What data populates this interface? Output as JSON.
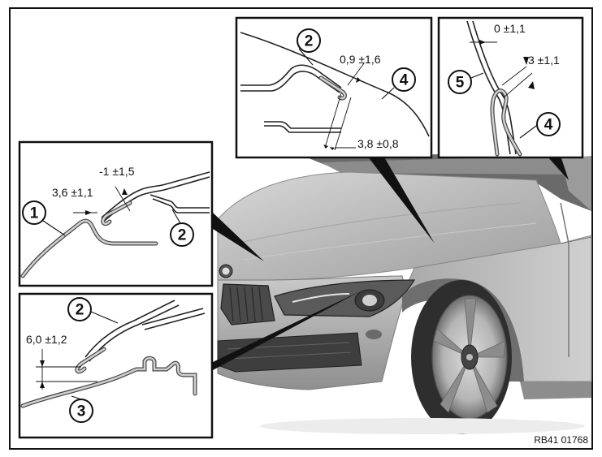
{
  "figure_code": "RB41 01768",
  "insets": {
    "top_center": {
      "callouts": [
        "2",
        "4"
      ],
      "dimensions": [
        "0,9 ±1,6",
        "3,8 ±0,8"
      ]
    },
    "top_right": {
      "callouts": [
        "5",
        "4"
      ],
      "dimensions": [
        "0 ±1,1",
        "3 ±1,1"
      ]
    },
    "left_middle": {
      "callouts": [
        "1",
        "2"
      ],
      "dimensions": [
        "3,6 ±1,1",
        "-1 ±1,5"
      ]
    },
    "left_bottom": {
      "callouts": [
        "2",
        "3"
      ],
      "dimensions": [
        "6,0 ±1,2"
      ]
    }
  },
  "colors": {
    "frame": "#111111",
    "car_body": "#bdbdbd",
    "background": "#ffffff"
  }
}
